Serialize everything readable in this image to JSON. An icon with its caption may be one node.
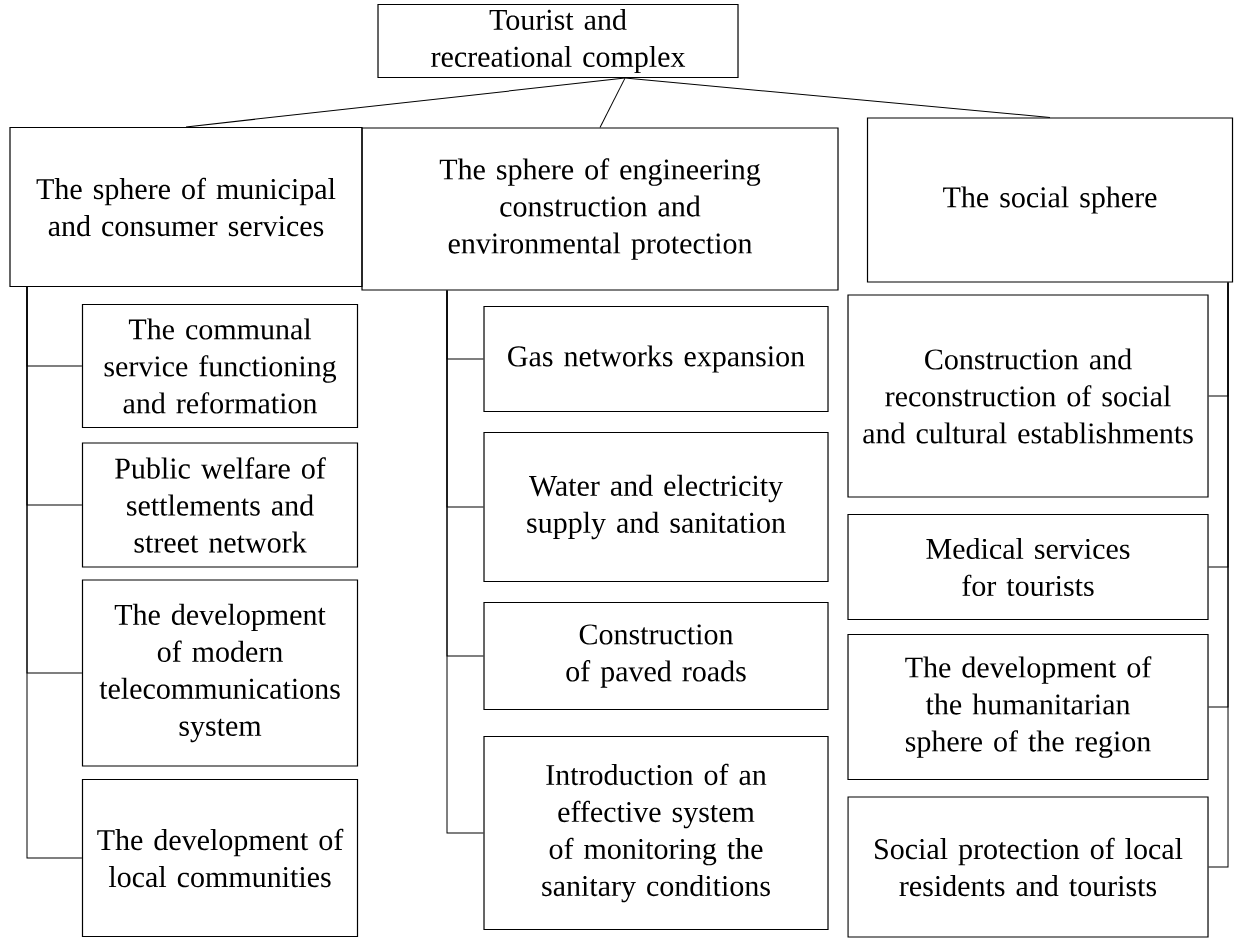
{
  "diagram": {
    "nodes": [
      {
        "text": [
          "Tourist and recreational complex"
        ]
      },
      {
        "text": [
          "The sphere of municipal and consumer services"
        ]
      },
      {
        "text": [
          "The sphere of engineering construction and environmental protection"
        ]
      },
      {
        "text": [
          "The social sphere"
        ]
      },
      {
        "text": [
          "The communal service functioning and reformation"
        ]
      },
      {
        "text": [
          "Public welfare of settlements and street network"
        ]
      },
      {
        "text": [
          "The development of modern telecommunications system"
        ]
      },
      {
        "text": [
          "The development of local communities"
        ]
      },
      {
        "text": [
          "Gas networks expansion"
        ]
      },
      {
        "text": [
          "Water and electricity supply and sanitation"
        ]
      },
      {
        "text": [
          "Construction of paved roads"
        ]
      },
      {
        "text": [
          "Introduction of an effective system of monitoring the sanitary conditions"
        ]
      },
      {
        "text": [
          "Construction and reconstruction of social and cultural establishments"
        ]
      },
      {
        "text": [
          "Medical services for tourists"
        ]
      },
      {
        "text": [
          "The development of the humanitarian sphere of the region"
        ]
      },
      {
        "text": [
          "Social protection of local residents and tourists"
        ]
      }
    ],
    "edges": [
      {
        "from": 0,
        "to": 1,
        "arrow": "none"
      },
      {
        "from": 0,
        "to": 2,
        "arrow": "none"
      },
      {
        "from": 0,
        "to": 3,
        "arrow": "none"
      },
      {
        "from": 1,
        "to": 4,
        "arrow": "none"
      },
      {
        "from": 1,
        "to": 5,
        "arrow": "none"
      },
      {
        "from": 1,
        "to": 6,
        "arrow": "none"
      },
      {
        "from": 1,
        "to": 7,
        "arrow": "none"
      },
      {
        "from": 2,
        "to": 8,
        "arrow": "none"
      },
      {
        "from": 2,
        "to": 9,
        "arrow": "none"
      },
      {
        "from": 2,
        "to": 10,
        "arrow": "none"
      },
      {
        "from": 2,
        "to": 11,
        "arrow": "none"
      },
      {
        "from": 3,
        "to": 12,
        "arrow": "none"
      },
      {
        "from": 3,
        "to": 13,
        "arrow": "none"
      },
      {
        "from": 3,
        "to": 14,
        "arrow": "none"
      },
      {
        "from": 3,
        "to": 15,
        "arrow": "none"
      }
    ]
  }
}
